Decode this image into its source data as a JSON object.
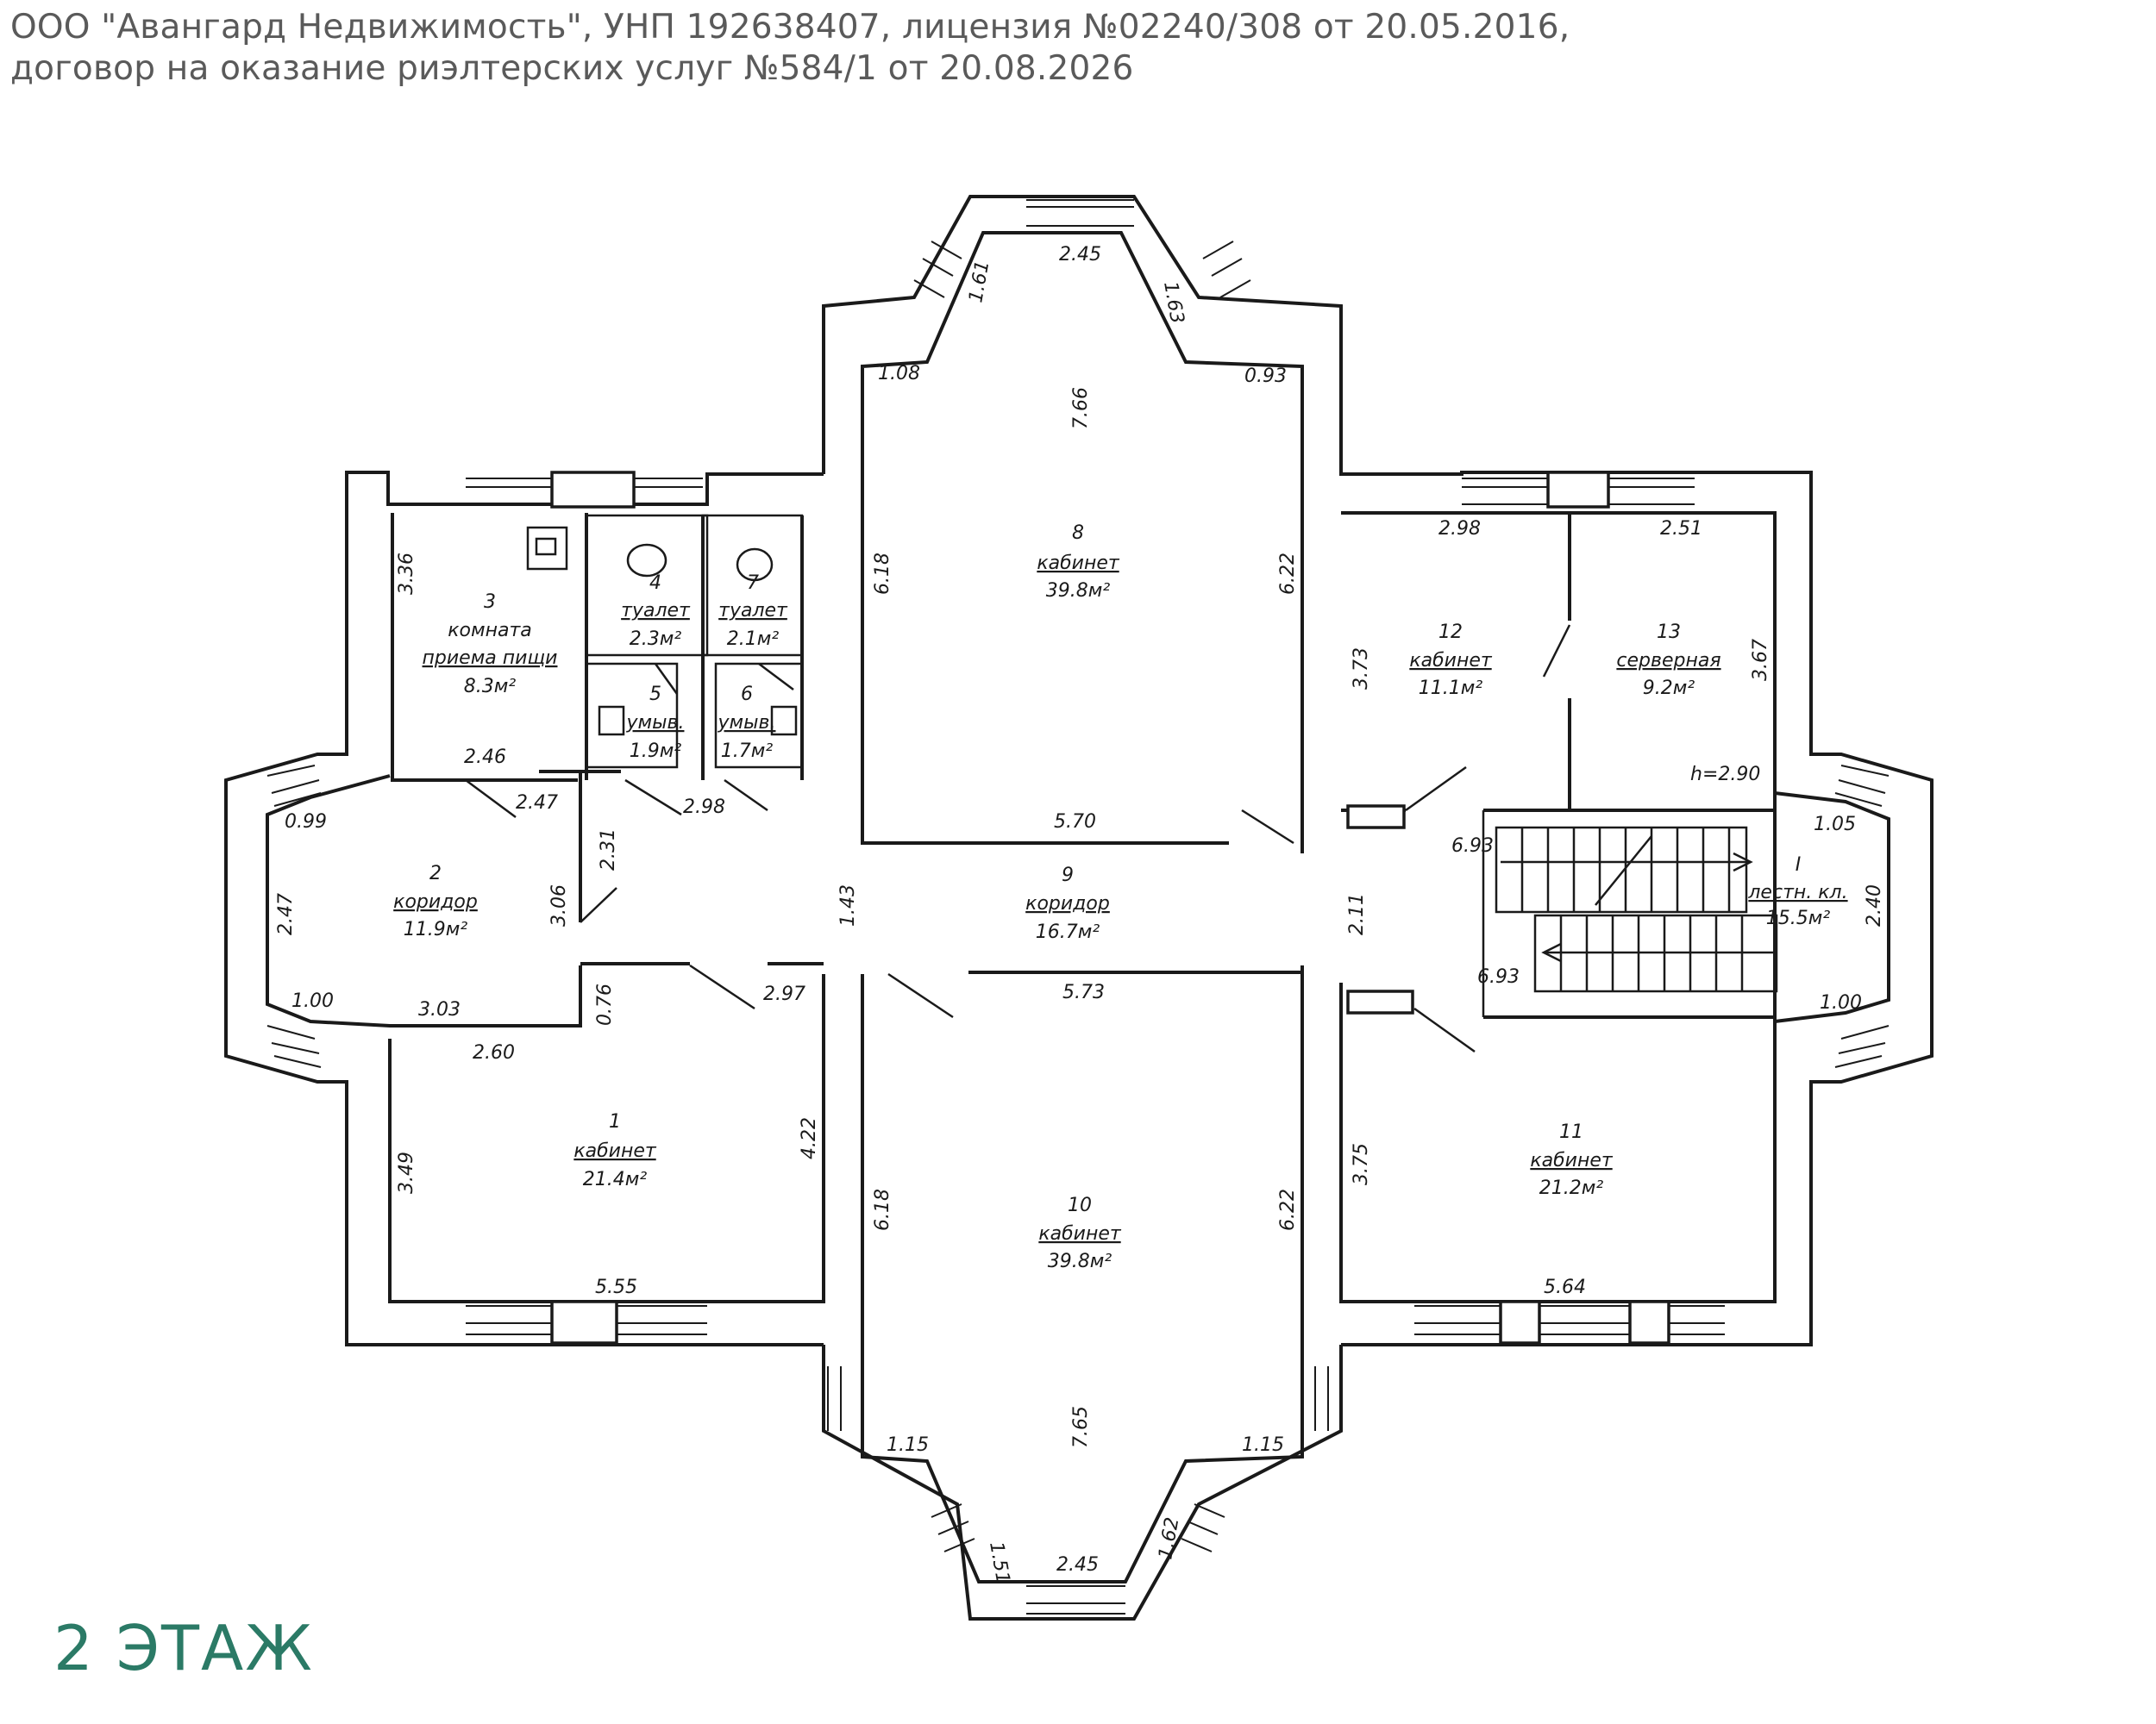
{
  "header": {
    "line1": "ООО \"Авангард Недвижимость\", УНП 192638407, лицензия №02240/308 от 20.05.2016,",
    "line2": "договор на оказание риэлтерских услуг №584/1 от 20.08.2026"
  },
  "floor_label": "2 ЭТАЖ",
  "colors": {
    "floor_label": "#2b7a66",
    "header_text": "#5a5a5a",
    "lines": "#1a1a1a"
  },
  "rooms": {
    "r1": {
      "num": "1",
      "name": "кабинет",
      "area": "21.4м²"
    },
    "r2": {
      "num": "2",
      "name": "коридор",
      "area": "11.9м²"
    },
    "r3": {
      "num": "3",
      "name1": "комната",
      "name2": "приема пищи",
      "area": "8.3м²"
    },
    "r4": {
      "num": "4",
      "name": "туалет",
      "area": "2.3м²"
    },
    "r5": {
      "num": "5",
      "name": "умыв.",
      "area": "1.9м²"
    },
    "r6": {
      "num": "6",
      "name": "умыв.",
      "area": "1.7м²"
    },
    "r7": {
      "num": "7",
      "name": "туалет",
      "area": "2.1м²"
    },
    "r8": {
      "num": "8",
      "name": "кабинет",
      "area": "39.8м²"
    },
    "r9": {
      "num": "9",
      "name": "коридор",
      "area": "16.7м²"
    },
    "r10": {
      "num": "10",
      "name": "кабинет",
      "area": "39.8м²"
    },
    "r11": {
      "num": "11",
      "name": "кабинет",
      "area": "21.2м²"
    },
    "r12": {
      "num": "12",
      "name": "кабинет",
      "area": "11.1м²"
    },
    "r13": {
      "num": "13",
      "name": "серверная",
      "area": "9.2м²"
    },
    "stair": {
      "num": "I",
      "name": "лестн. кл.",
      "area": "15.5м²"
    }
  },
  "height": "h=2.90",
  "dims": {
    "top_245": "2.45",
    "top_161": "1.61",
    "top_163": "1.63",
    "top_108": "1.08",
    "top_093": "0.93",
    "r8_766": "7.66",
    "r8_618": "6.18",
    "r8_622": "6.22",
    "r8_570": "5.70",
    "r3_336": "3.36",
    "r3_246": "2.46",
    "r2_247a": "2.47",
    "r2_099": "0.99",
    "r2_247b": "2.47",
    "r2_306": "3.06",
    "r2_231": "2.31",
    "r2_100": "1.00",
    "r2_303": "3.03",
    "r2_076": "0.76",
    "c_298": "2.98",
    "c_297": "2.97",
    "c_143": "1.43",
    "c_211": "2.11",
    "c_573": "5.73",
    "r12_298": "2.98",
    "r13_251": "2.51",
    "r12_373": "3.73",
    "r13_367": "3.67",
    "st_693a": "6.93",
    "st_693b": "6.93",
    "st_105": "1.05",
    "st_240": "2.40",
    "st_100": "1.00",
    "r1_260": "2.60",
    "r1_349": "3.49",
    "r1_422": "4.22",
    "r1_555": "5.55",
    "r10_618": "6.18",
    "r10_622": "6.22",
    "r10_765": "7.65",
    "r10_115a": "1.15",
    "r10_115b": "1.15",
    "r10_151": "1.51",
    "r10_162": "1.62",
    "r10_245": "2.45",
    "r11_375": "3.75",
    "r11_564": "5.64"
  }
}
